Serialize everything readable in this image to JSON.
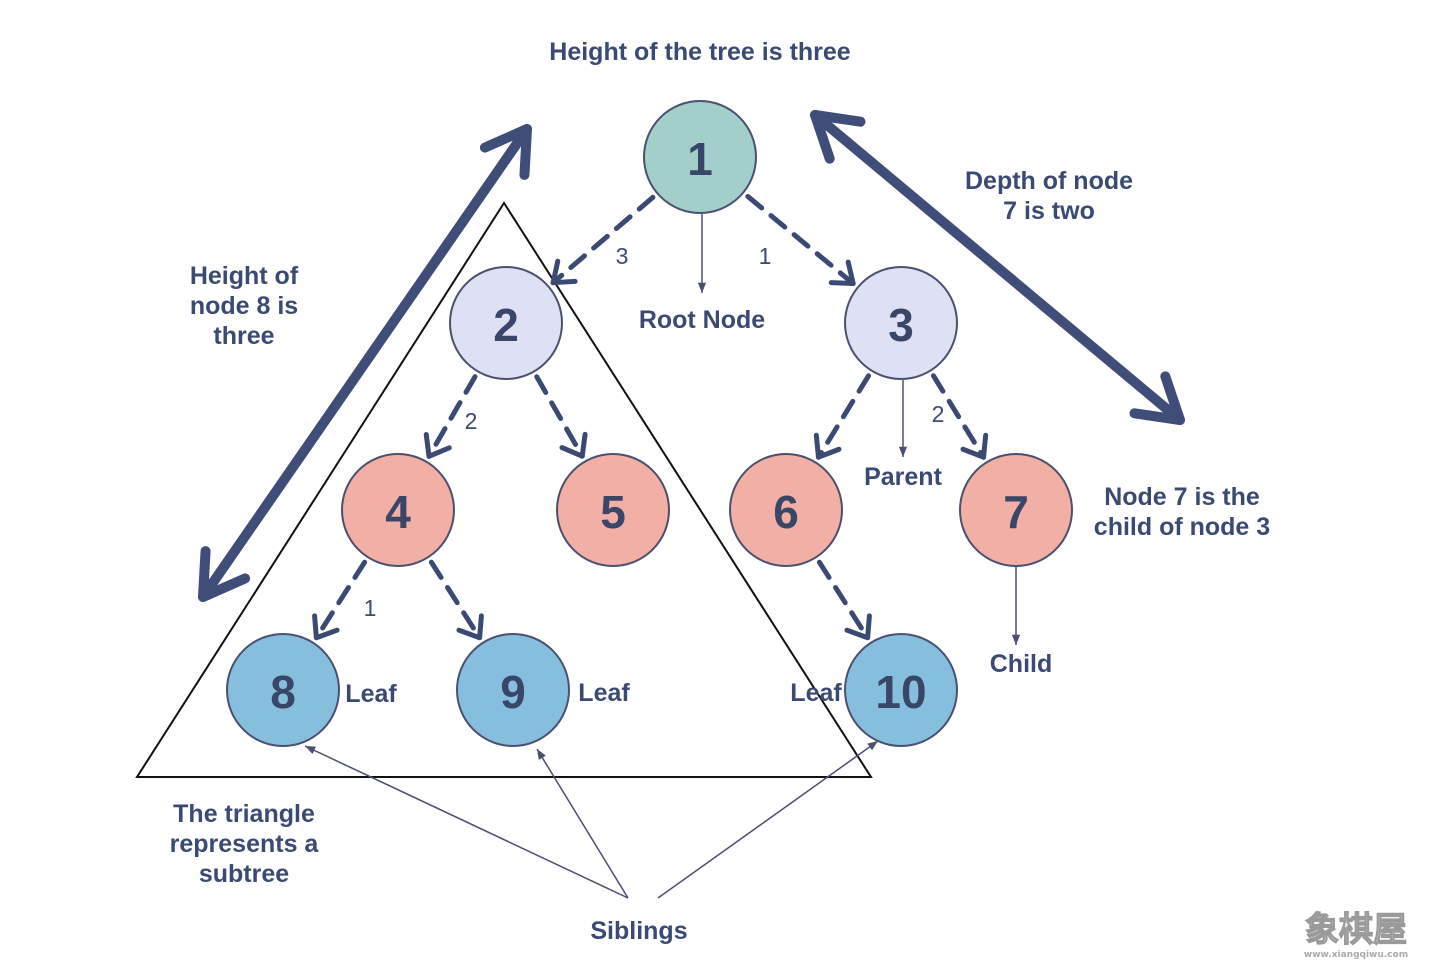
{
  "title": "Height of the tree is three",
  "nodes": [
    {
      "id": "1",
      "label": "1",
      "color": "#a3cfcb"
    },
    {
      "id": "2",
      "label": "2",
      "color": "#dde1f3"
    },
    {
      "id": "3",
      "label": "3",
      "color": "#dde1f3"
    },
    {
      "id": "4",
      "label": "4",
      "color": "#f2afa5"
    },
    {
      "id": "5",
      "label": "5",
      "color": "#f2afa5"
    },
    {
      "id": "6",
      "label": "6",
      "color": "#f2afa5"
    },
    {
      "id": "7",
      "label": "7",
      "color": "#f2afa5"
    },
    {
      "id": "8",
      "label": "8",
      "color": "#86bfdd"
    },
    {
      "id": "9",
      "label": "9",
      "color": "#86bfdd"
    },
    {
      "id": "10",
      "label": "10",
      "color": "#86bfdd"
    }
  ],
  "edges": [
    {
      "from": "1",
      "to": "2",
      "label": "3"
    },
    {
      "from": "1",
      "to": "3",
      "label": "1"
    },
    {
      "from": "2",
      "to": "4",
      "label": "2"
    },
    {
      "from": "2",
      "to": "5",
      "label": ""
    },
    {
      "from": "3",
      "to": "6",
      "label": ""
    },
    {
      "from": "3",
      "to": "7",
      "label": "2"
    },
    {
      "from": "4",
      "to": "8",
      "label": "1"
    },
    {
      "from": "4",
      "to": "9",
      "label": ""
    },
    {
      "from": "6",
      "to": "10",
      "label": ""
    }
  ],
  "annotations": {
    "root_node": "Root Node",
    "parent": "Parent",
    "child": "Child",
    "leaf": "Leaf",
    "siblings": "Siblings",
    "height_node8": [
      "Height of",
      "node 8 is",
      "three"
    ],
    "depth_node7": [
      "Depth of node",
      "7 is two"
    ],
    "node7_child": [
      "Node 7 is the",
      "child of node 3"
    ],
    "triangle_note": [
      "The triangle",
      "represents a",
      "subtree"
    ]
  },
  "watermark": {
    "main": "象棋屋",
    "sub": "www.xiangqiwu.com"
  }
}
